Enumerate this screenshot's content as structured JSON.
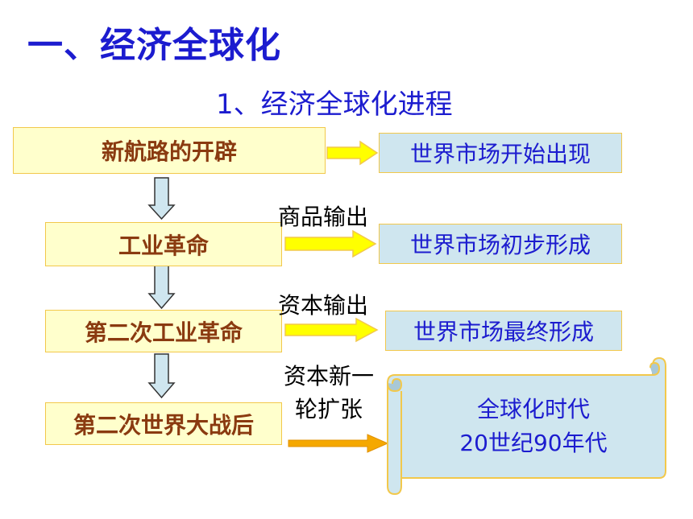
{
  "title": "一、经济全球化",
  "subtitle": "1、经济全球化进程",
  "stages": [
    "新航路的开辟",
    "工业革命",
    "第二次工业革命",
    "第二次世界大战后"
  ],
  "outcomes": [
    "世界市场开始出现",
    "世界市场初步形成",
    "世界市场最终形成"
  ],
  "arrow_labels": {
    "commodity_export": "商品输出",
    "capital_export": "资本输出",
    "new_expansion_line1": "资本新一",
    "new_expansion_line2": "轮扩张"
  },
  "scroll": {
    "line1": "全球化时代",
    "line2": "20世纪90年代"
  },
  "colors": {
    "title": "#1c1ccf",
    "stage_fill": "#ffffcc",
    "stage_text": "#8a3a10",
    "outcome_fill": "#cfe6ef",
    "arrow_yellow": "#ffff00",
    "arrow_orange": "#f5a800",
    "down_arrow_fill": "#cfe6ef"
  }
}
